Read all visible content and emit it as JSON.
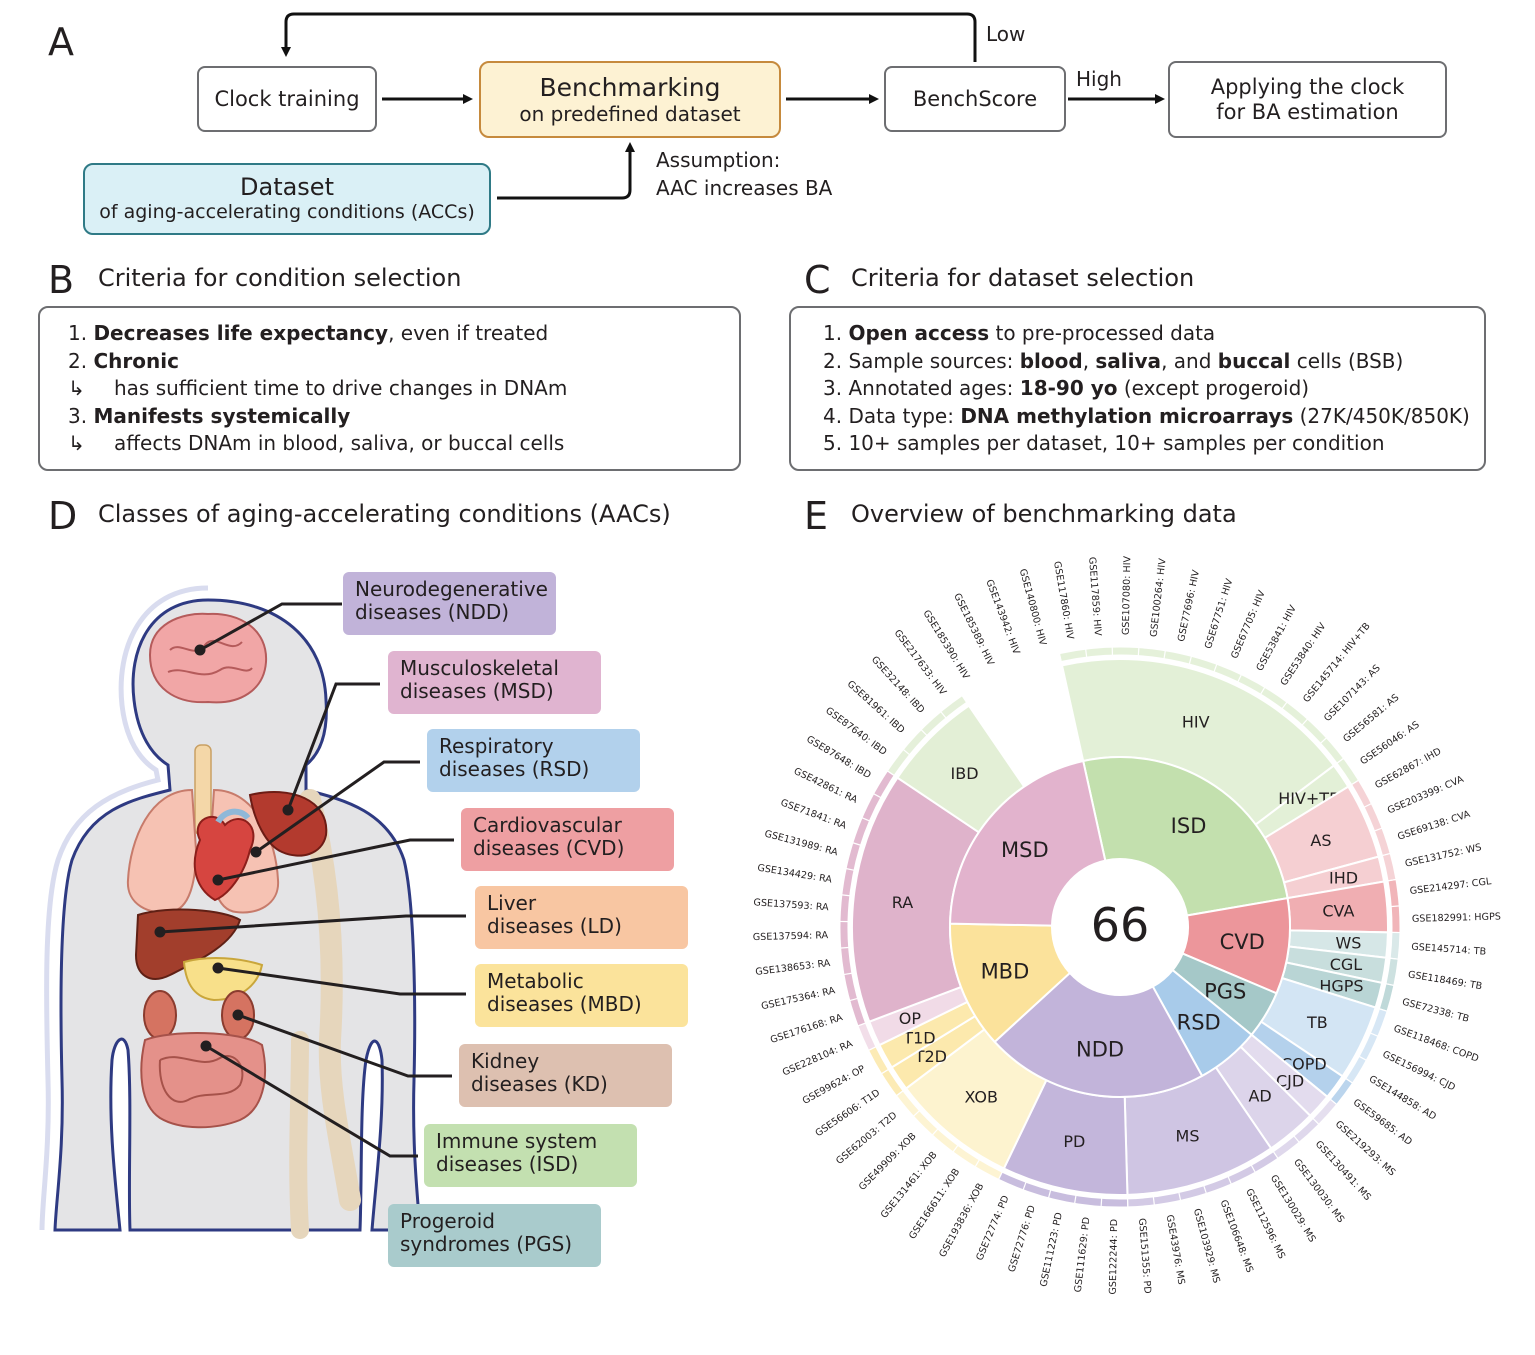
{
  "panelA": {
    "letter": "A",
    "clock_training": "Clock training",
    "benchmarking_title": "Benchmarking",
    "benchmarking_sub": "on predefined dataset",
    "benchscore": "BenchScore",
    "applying": "Applying the clock for BA estimation",
    "dataset_title": "Dataset",
    "dataset_sub": "of aging-accelerating conditions (ACCs)",
    "assumption_1": "Assumption:",
    "assumption_2": "AAC increases BA",
    "low": "Low",
    "high": "High"
  },
  "panelB": {
    "letter": "B",
    "heading": "Criteria for condition selection",
    "l1a": "1. ",
    "l1b": "Decreases life expectancy",
    "l1c": ", even if treated",
    "l2a": "2. ",
    "l2b": "Chronic",
    "l3": "has sufficient time to drive changes in DNAm",
    "l4a": "3. ",
    "l4b": "Manifests systemically",
    "l5": "affects DNAm in blood, saliva, or buccal cells"
  },
  "panelC": {
    "letter": "C",
    "heading": "Criteria for dataset selection",
    "l1a": "1. ",
    "l1b": "Open access",
    "l1c": " to pre-processed data",
    "l2a": "2. Sample sources: ",
    "l2b": "blood",
    "l2c": ", ",
    "l2d": "saliva",
    "l2e": ", and ",
    "l2f": "buccal",
    "l2g": " cells (BSB)",
    "l3a": "3. Annotated ages: ",
    "l3b": "18-90 yo",
    "l3c": " (except progeroid)",
    "l4a": "4. Data type: ",
    "l4b": "DNA methylation microarrays",
    "l4c": " (27K/450K/850K)",
    "l5": "5. 10+ samples per dataset, 10+ samples per condition"
  },
  "panelD": {
    "letter": "D",
    "heading": "Classes of aging-accelerating conditions (AACs)",
    "classes": [
      {
        "l1": "Neurodegenerative",
        "l2": "diseases (NDD)",
        "color": "#c1b3d9"
      },
      {
        "l1": "Musculoskeletal",
        "l2": "diseases (MSD)",
        "color": "#e0b4d0"
      },
      {
        "l1": "Respiratory",
        "l2": "diseases (RSD)",
        "color": "#b2d1ec"
      },
      {
        "l1": "Cardiovascular",
        "l2": "diseases (CVD)",
        "color": "#ee9fa2"
      },
      {
        "l1": "Liver",
        "l2": "diseases (LD)",
        "color": "#f8c6a2"
      },
      {
        "l1": "Metabolic",
        "l2": "diseases (MBD)",
        "color": "#fbe39b"
      },
      {
        "l1": "Kidney",
        "l2": "diseases (KD)",
        "color": "#ddc0b0"
      },
      {
        "l1": "Immune system",
        "l2": "diseases (ISD)",
        "color": "#c3e0b0"
      },
      {
        "l1": "Progeroid",
        "l2": "syndromes (PGS)",
        "color": "#a9cbcc"
      }
    ]
  },
  "panelE": {
    "letter": "E",
    "heading": "Overview of benchmarking data",
    "center_count": "66",
    "inner": [
      {
        "label": "ISD",
        "n": 17,
        "color": "#c3e0ae"
      },
      {
        "label": "CVD",
        "n": 6,
        "color": "#ec969b"
      },
      {
        "label": "PGS",
        "n": 3,
        "color": "#a5c8c8"
      },
      {
        "label": "RSD",
        "n": 4,
        "color": "#a8cbea"
      },
      {
        "label": "NDD",
        "n": 14,
        "color": "#c2b4da"
      },
      {
        "label": "MBD",
        "n": 8,
        "color": "#fbe29b"
      },
      {
        "label": "MSD",
        "n": 14,
        "color": "#e2b3cd"
      }
    ],
    "outer": [
      {
        "label": "HIV",
        "n": 12,
        "color": "#e3f0d7"
      },
      {
        "label": "HIV+TB",
        "n": 1,
        "color": "#e3f0d7"
      },
      {
        "label": "AS",
        "n": 3,
        "color": "#f5cfd2"
      },
      {
        "label": "IHD",
        "n": 1,
        "color": "#f5cfd2"
      },
      {
        "label": "CVA",
        "n": 2,
        "color": "#f0aeb2"
      },
      {
        "label": "WS",
        "n": 1,
        "color": "#d6e7e7"
      },
      {
        "label": "CGL",
        "n": 1,
        "color": "#c8dedd"
      },
      {
        "label": "HGPS",
        "n": 1,
        "color": "#b9d5d5"
      },
      {
        "label": "TB",
        "n": 3,
        "color": "#d3e5f4"
      },
      {
        "label": "COPD",
        "n": 1,
        "color": "#b4d1ec"
      },
      {
        "label": "CJD",
        "n": 1,
        "color": "#e3dcee"
      },
      {
        "label": "AD",
        "n": 2,
        "color": "#dcd4ea"
      },
      {
        "label": "MS",
        "n": 6,
        "color": "#cfc5e3"
      },
      {
        "label": "PD",
        "n": 5,
        "color": "#c3b6db"
      },
      {
        "label": "XOB",
        "n": 5,
        "color": "#fdf3cf"
      },
      {
        "label": "T2D",
        "n": 1,
        "color": "#fce9ad"
      },
      {
        "label": "T1D",
        "n": 1,
        "color": "#fce9ad"
      },
      {
        "label": "OP",
        "n": 1,
        "color": "#f1dbe7"
      },
      {
        "label": "RA",
        "n": 10,
        "color": "#dfb3cb"
      },
      {
        "label": "IBD",
        "n": 4,
        "color": "#e3efd6"
      }
    ],
    "datasets": [
      "GSE117860: HIV",
      "GSE117859: HIV",
      "GSE107080: HIV",
      "GSE100264: HIV",
      "GSE77696: HIV",
      "GSE67751: HIV",
      "GSE67705: HIV",
      "GSE53841: HIV",
      "GSE53840: HIV",
      "GSE145714: HIV+TB",
      "GSE107143: AS",
      "GSE56581: AS",
      "GSE56046: AS",
      "GSE62867: IHD",
      "GSE203399: CVA",
      "GSE69138: CVA",
      "GSE131752: WS",
      "GSE214297: CGL",
      "GSE182991: HGPS",
      "GSE145714: TB",
      "GSE118469: TB",
      "GSE72338: TB",
      "GSE118468: COPD",
      "GSE156994: CJD",
      "GSE144858: AD",
      "GSE59685: AD",
      "GSE219293: MS",
      "GSE130491: MS",
      "GSE130030: MS",
      "GSE130029: MS",
      "GSE112596: MS",
      "GSE106648: MS",
      "GSE103929: MS",
      "GSE43976: MS",
      "GSE151355: PD",
      "GSE122244: PD",
      "GSE111629: PD",
      "GSE111223: PD",
      "GSE72776: PD",
      "GSE72774: PD",
      "GSE193836: XOB",
      "GSE166611: XOB",
      "GSE131461: XOB",
      "GSE49909: XOB",
      "GSE62003: T2D",
      "GSE56606: T1D",
      "GSE99624: OP",
      "GSE228104: RA",
      "GSE176168: RA",
      "GSE175364: RA",
      "GSE138653: RA",
      "GSE137594: RA",
      "GSE137593: RA",
      "GSE134429: RA",
      "GSE131989: RA",
      "GSE71841: RA",
      "GSE42861: RA",
      "GSE87648: IBD",
      "GSE87640: IBD",
      "GSE81961: IBD",
      "GSE32148: IBD",
      "GSE217633: HIV",
      "GSE185390: HIV",
      "GSE185389: HIV",
      "GSE143942: HIV",
      "GSE140800: HIV"
    ]
  }
}
